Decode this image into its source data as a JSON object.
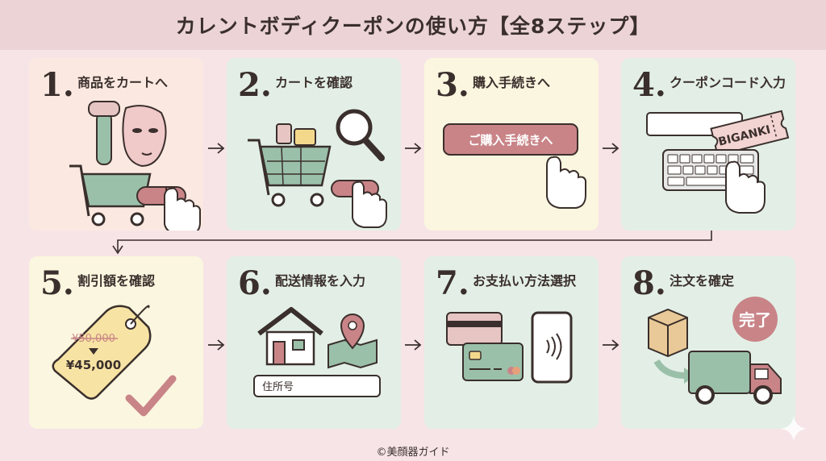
{
  "title": "カレントボディクーポンの使い方【全8ステップ】",
  "steps": [
    {
      "number": "1.",
      "title": "商品をカートへ"
    },
    {
      "number": "2.",
      "title": "カートを確認"
    },
    {
      "number": "3.",
      "title": "購入手続きへ",
      "button_label": "ご購入手続きへ"
    },
    {
      "number": "4.",
      "title": "クーポンコード入力",
      "coupon_code": "BIGANKI"
    },
    {
      "number": "5.",
      "title": "割引額を確認",
      "original_price": "¥50,000",
      "discounted_price": "¥45,000"
    },
    {
      "number": "6.",
      "title": "配送情報を入力",
      "address_placeholder": "住所号"
    },
    {
      "number": "7.",
      "title": "お支払い方法選択"
    },
    {
      "number": "8.",
      "title": "注文を確定",
      "complete_badge": "完了"
    }
  ],
  "copyright": "©美顔器ガイド",
  "colors": {
    "background": "#f6e4e6",
    "header": "#ebd3d6",
    "peach": "#fbe9e1",
    "mint": "#e3efe6",
    "cream": "#fbf6df",
    "green": "#9bc0a9",
    "rose": "#c98487",
    "dark": "#3a2f2c"
  }
}
